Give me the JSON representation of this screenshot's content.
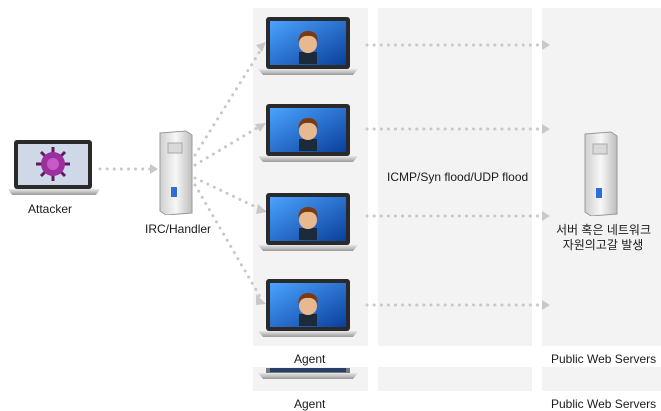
{
  "nodes": {
    "attacker_label": "Attacker",
    "handler_label": "IRC/Handler",
    "agent_label": "Agent",
    "agent_label_repeat": "Agent",
    "servers_label": "Public Web Servers",
    "servers_label_repeat": "Public Web Servers",
    "server_note_line1": "서버 혹은 네트워크",
    "server_note_line2": "자원의고갈 발생"
  },
  "flows": {
    "attack_label": "ICMP/Syn flood/UDP flood"
  },
  "colors": {
    "panel": "#f3f3f3",
    "dots": "#c8c8c8",
    "screen": "#1f6fd1",
    "virus": "#9b2f9b"
  },
  "icons": [
    "laptop-icon",
    "virus-icon",
    "server-tower-icon",
    "agent-face-icon"
  ]
}
